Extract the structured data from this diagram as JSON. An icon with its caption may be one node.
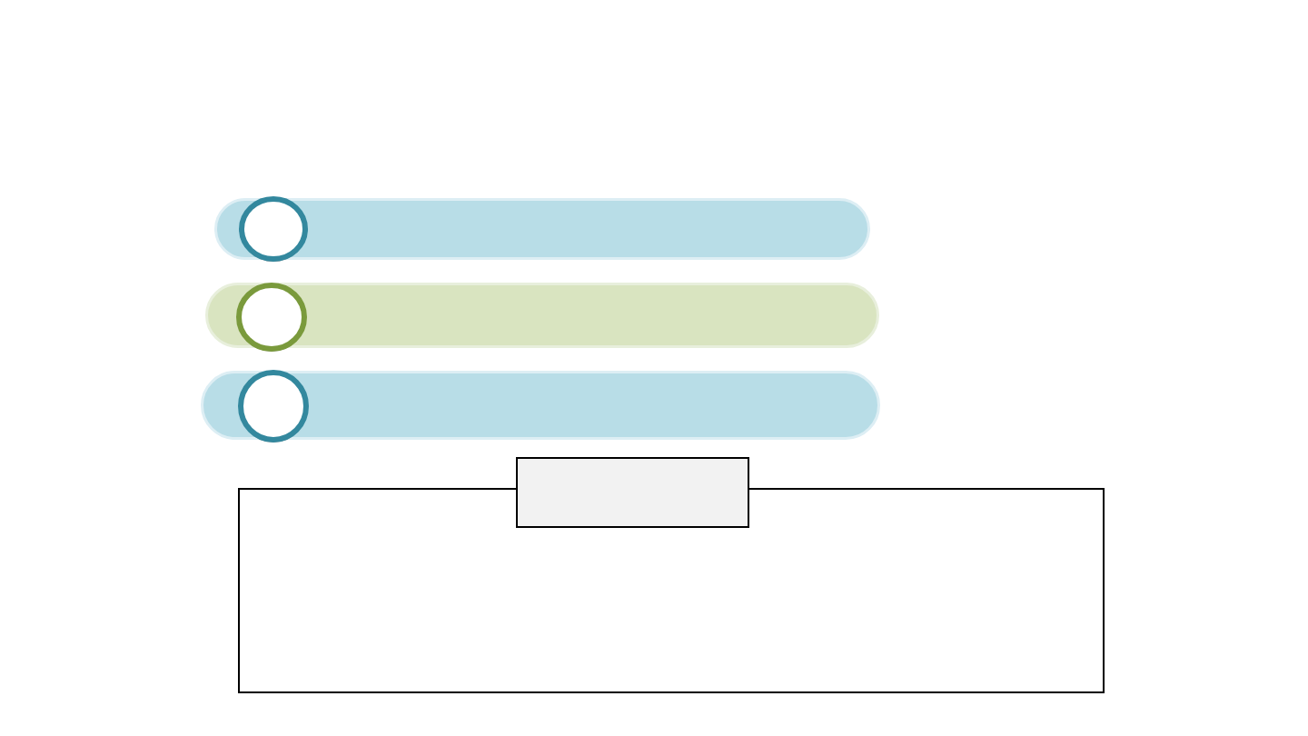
{
  "diagram": {
    "nodes": [
      {
        "text": [],
        "shape": "bar"
      },
      {
        "text": [],
        "shape": "circle",
        "in": 0
      },
      {
        "text": [],
        "shape": "bar"
      },
      {
        "text": [],
        "shape": "circle",
        "in": 2
      },
      {
        "text": [],
        "shape": "bar"
      },
      {
        "text": [],
        "shape": "circle",
        "in": 4
      },
      {
        "text": [],
        "shape": "box"
      },
      {
        "text": [],
        "shape": "box"
      }
    ]
  }
}
